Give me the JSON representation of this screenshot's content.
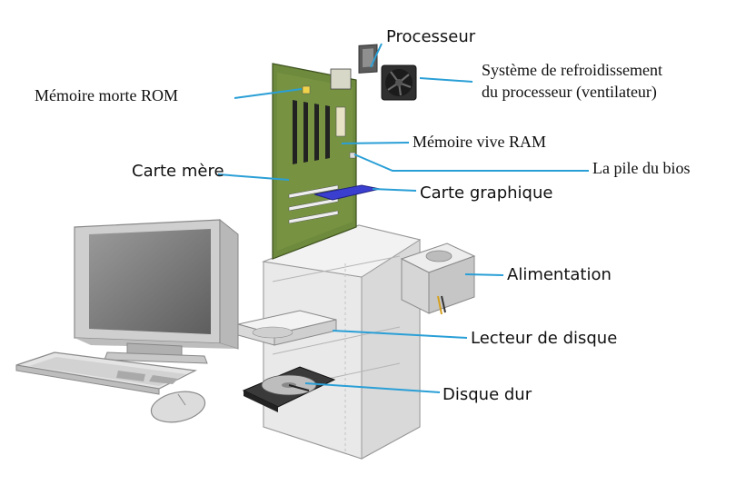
{
  "labels": {
    "processeur": "Processeur",
    "systeme_line1": "Système de refroidissement",
    "systeme_line2": "du processeur (ventilateur)",
    "memoire_morte": "Mémoire morte ROM",
    "memoire_vive": "Mémoire vive RAM",
    "carte_mere": "Carte mère",
    "pile_bios": "La pile du bios",
    "carte_graphique": "Carte graphique",
    "alimentation": "Alimentation",
    "lecteur_disque": "Lecteur de disque",
    "disque_dur": "Disque dur"
  },
  "colors": {
    "leader_line": "#2a9fd6",
    "motherboard": "#6e8a3c",
    "case": "#e6e6e6",
    "graphics_card": "#3b3fd0"
  }
}
